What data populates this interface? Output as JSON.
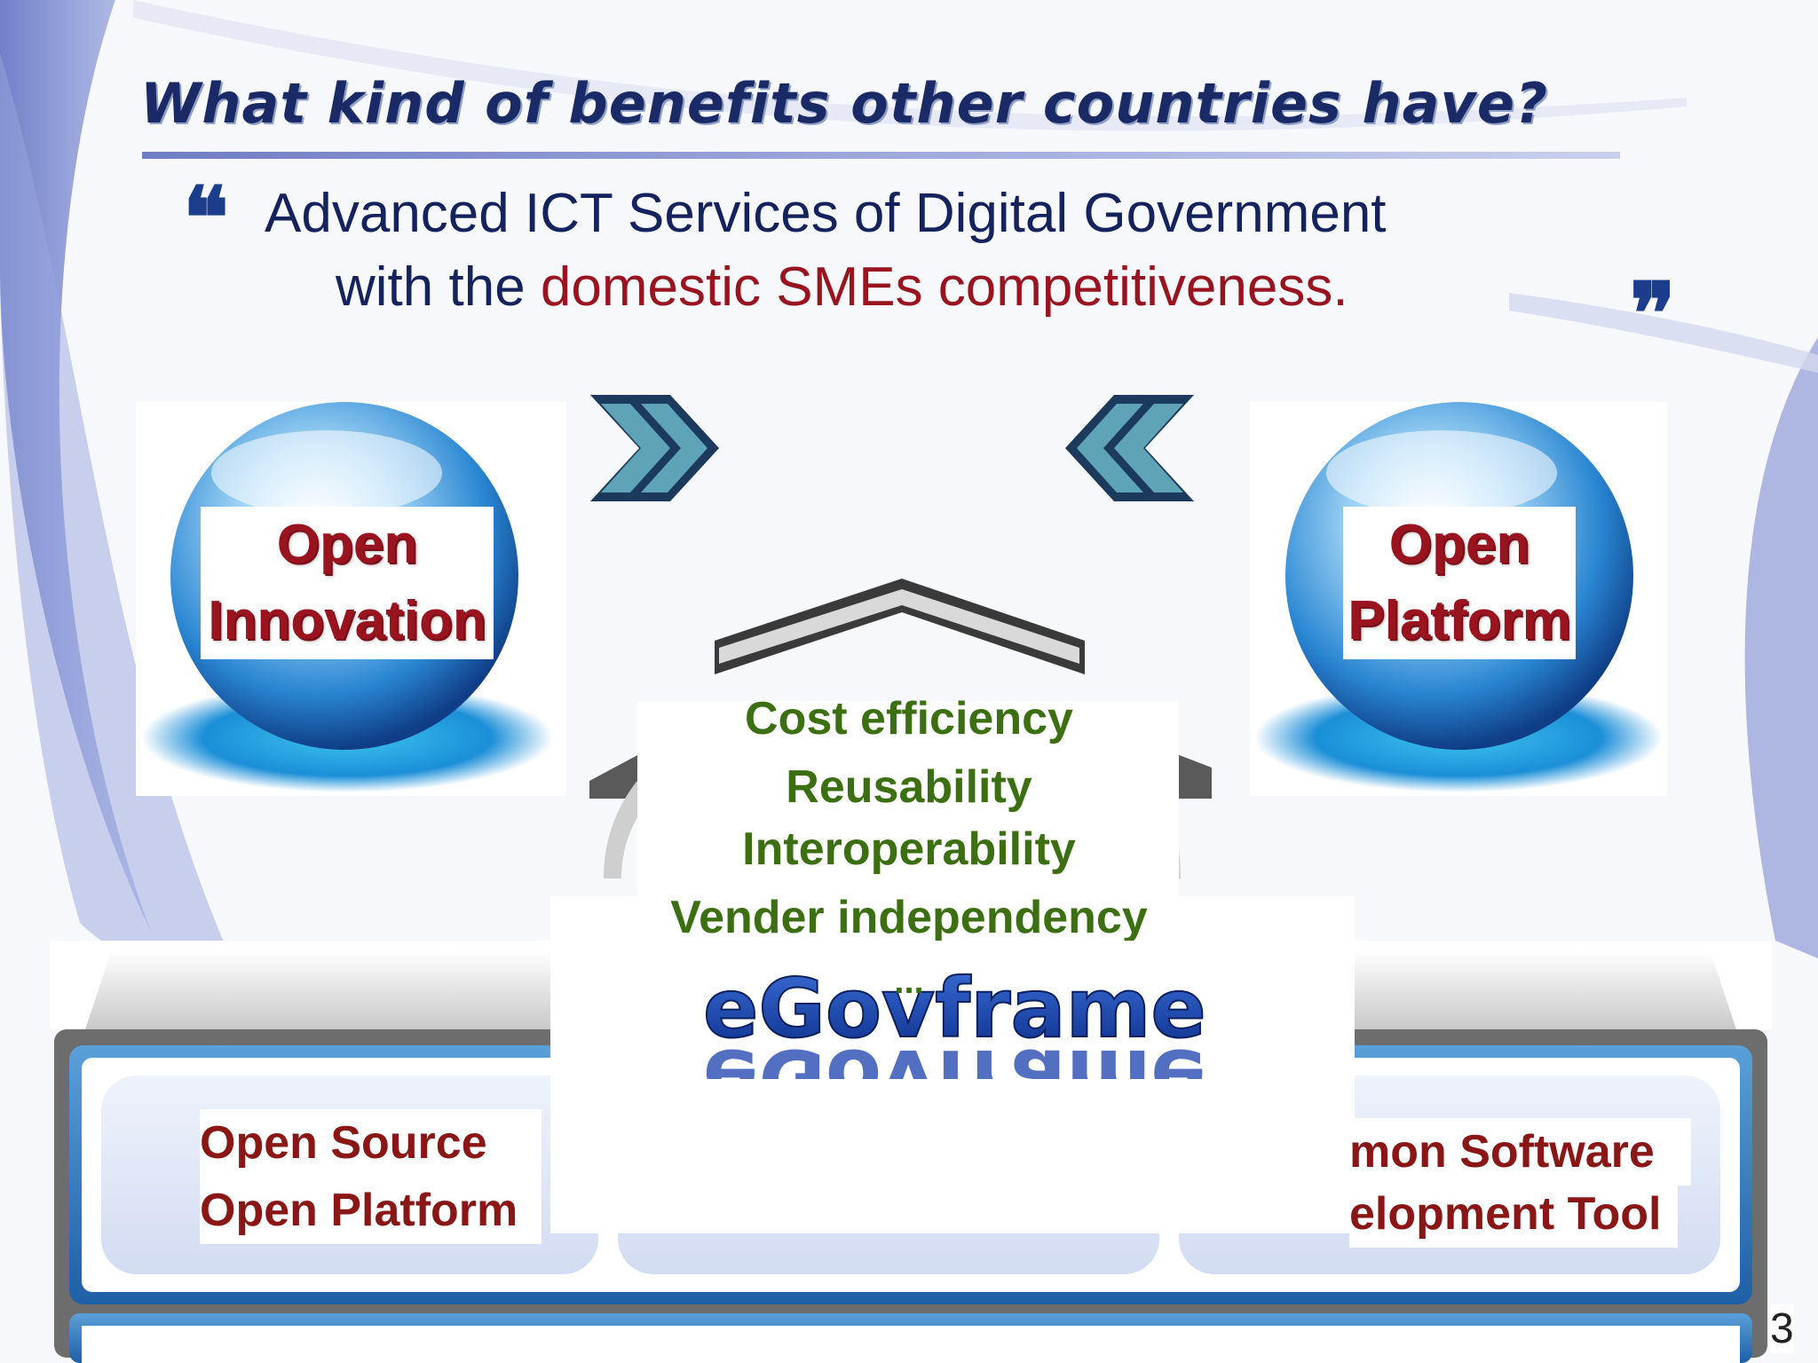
{
  "slide": {
    "title": "What kind of benefits other countries have?",
    "quote_open": "❝",
    "quote_close": "❞",
    "subtitle_line1": "Advanced ICT Services of Digital Government",
    "subtitle_line2_prefix": "with the ",
    "subtitle_line2_accent": "domestic SMEs competitiveness."
  },
  "spheres": {
    "left_line1": "Open",
    "left_line2": "Innovation",
    "right_line1": "Open",
    "right_line2": "Platform"
  },
  "benefits": [
    "Cost efficiency",
    "Reusability",
    "Interoperability",
    "Vender  independency",
    "..."
  ],
  "logo": {
    "text": "eGovframe"
  },
  "base_cards": {
    "left_line1": "Open Source",
    "left_line2": "Open Platform",
    "right_line1": "mon  Software",
    "right_line2": "elopment Tool"
  },
  "page_number": "3",
  "colors": {
    "title": "#1a2a66",
    "accent_red": "#9a1420",
    "benefit_green": "#3b6f12",
    "sphere_blue": "#1f6fc4"
  }
}
